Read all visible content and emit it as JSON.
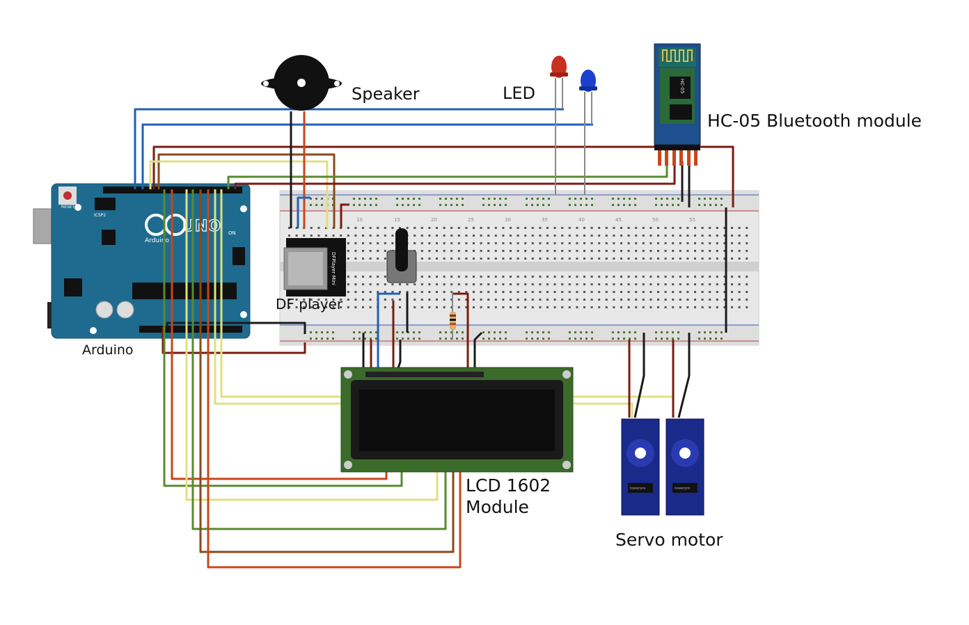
{
  "labels": {
    "speaker": "Speaker",
    "led": "LED",
    "bluetooth": "HC-05 Bluetooth module",
    "dfplayer": "DF player",
    "arduino": "Arduino",
    "lcd_line1": "LCD 1602",
    "lcd_line2": "Module",
    "servo": "Servo motor"
  },
  "board_text": {
    "arduino_brand": "Arduino",
    "arduino_model": "UNO",
    "arduino_reset": "RESET",
    "arduino_icsp": "ICSP2",
    "arduino_on": "ON",
    "dfplayer_chip": "DFPlayer Mini",
    "hc05_name": "HC-05",
    "servo_text": "towerpro"
  },
  "breadboard_numbers": [
    "10",
    "15",
    "20",
    "25",
    "30",
    "35",
    "40",
    "45",
    "50",
    "55"
  ],
  "colors": {
    "board_blue": "#1e6b8f",
    "breadboard": "#e6e6e6",
    "wire_blue": "#1f5fb8",
    "wire_black": "#1a1a1a",
    "wire_red": "#c8461a",
    "wire_darkred": "#7a1c10",
    "wire_green": "#5a8a30",
    "wire_yellow": "#e0e080",
    "wire_brown": "#8a4a1a",
    "lcd_pcb": "#3a6b2a",
    "servo_blue": "#1a2a8a",
    "led_red": "#c83020",
    "led_blue": "#1a40d0"
  }
}
